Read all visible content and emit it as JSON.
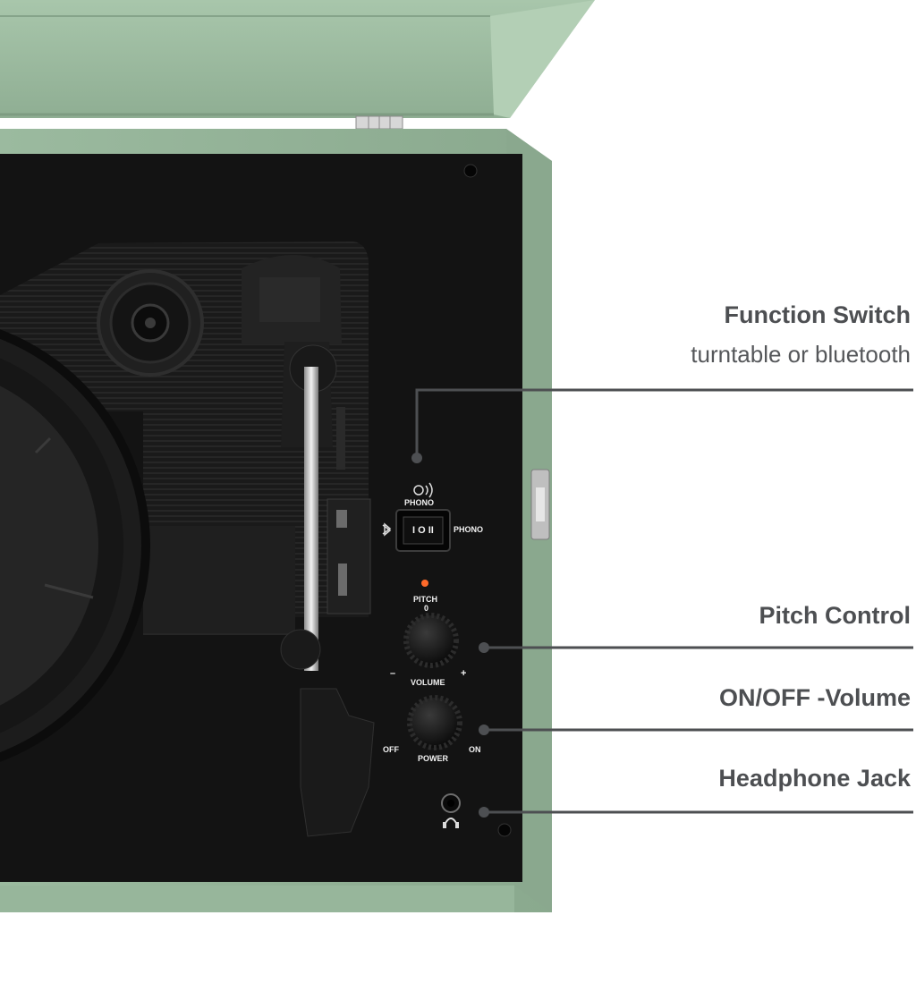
{
  "callouts": {
    "function_switch": {
      "title": "Function Switch",
      "subtitle": "turntable or bluetooth"
    },
    "pitch_control": {
      "title": "Pitch Control"
    },
    "on_off_volume": {
      "title": "ON/OFF -Volume"
    },
    "headphone_jack": {
      "title": "Headphone Jack"
    }
  },
  "panel": {
    "switch_top_label": "PHONO",
    "switch_right_label": "PHONO",
    "switch_face": "I O II",
    "pitch_label": "PITCH",
    "pitch_zero": "0",
    "minus": "–",
    "plus": "+",
    "volume_label": "VOLUME",
    "off_label": "OFF",
    "on_label": "ON",
    "power_label": "POWER"
  },
  "colors": {
    "case_green": "#9dbca1",
    "deck_black": "#131313",
    "leader_line": "#4d4f52",
    "indicator_led": "#ff6a2a"
  },
  "icons": [
    "bluetooth-icon",
    "headphones-icon",
    "speaker-icon"
  ]
}
